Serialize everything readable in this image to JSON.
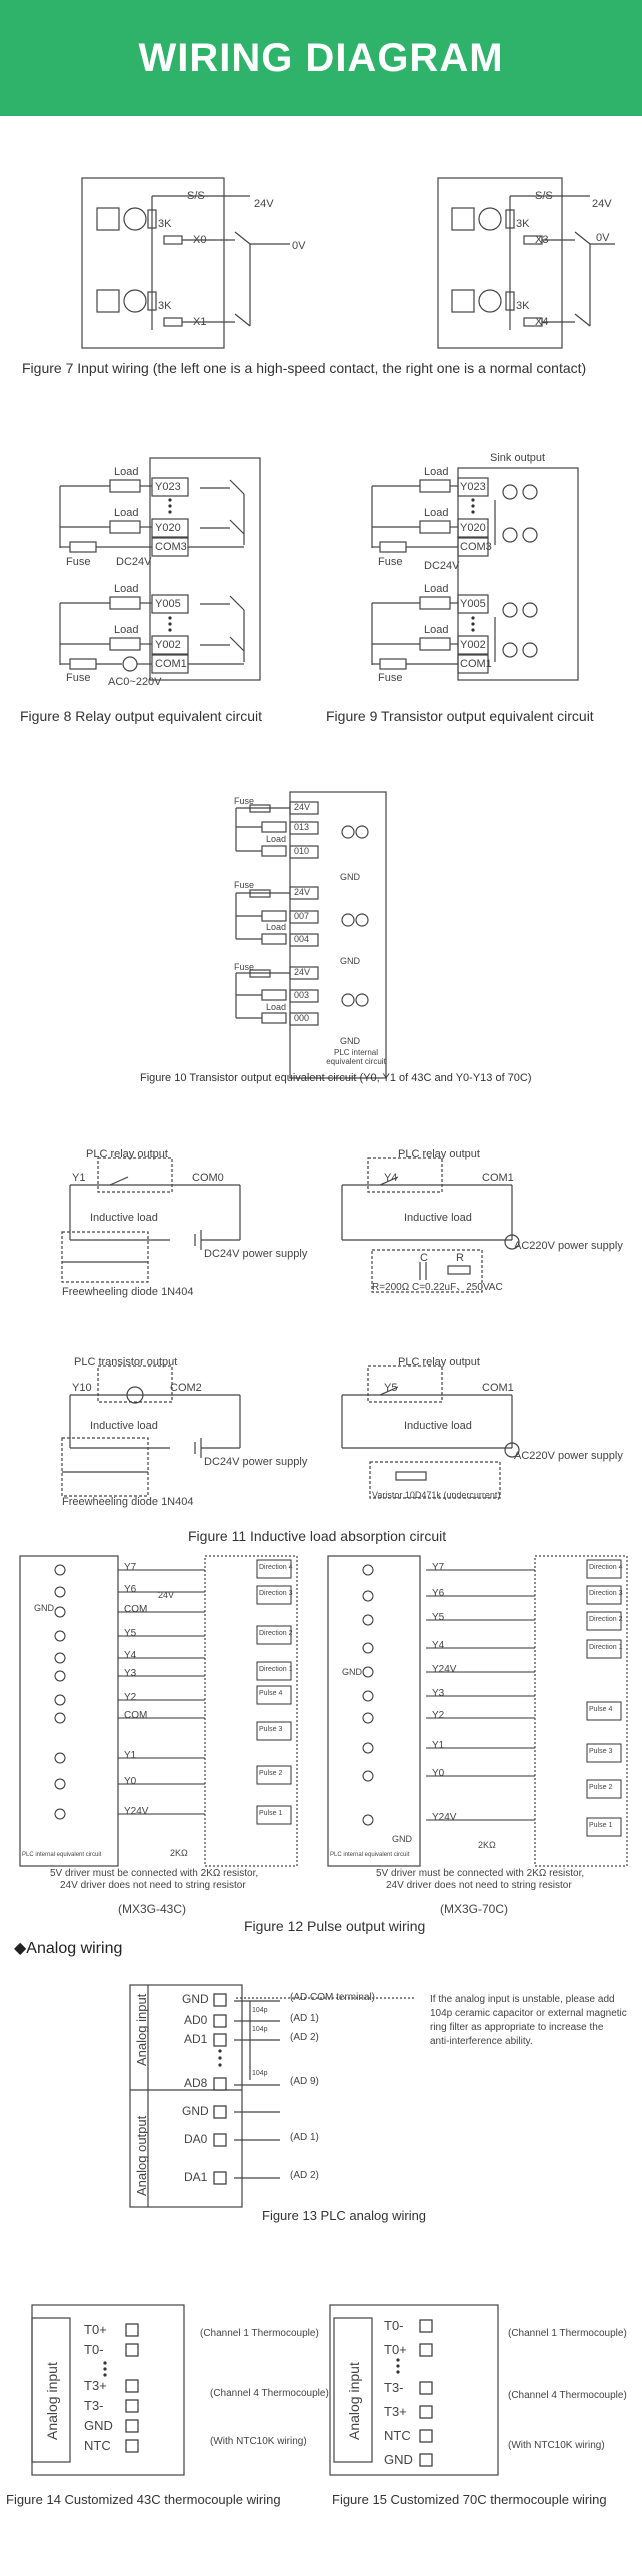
{
  "banner": {
    "title": "WIRING DIAGRAM"
  },
  "fig7": {
    "caption": "Figure 7 Input wiring  (the left one is a high-speed contact, the right one is a normal contact)",
    "left": {
      "ss": "S/S",
      "v24": "24V",
      "x0": "X0",
      "x1": "X1",
      "v0": "0V",
      "r1": "3K",
      "r2": "3K"
    },
    "right": {
      "ss": "S/S",
      "v24": "24V",
      "x3": "X3",
      "x4": "X4",
      "v0": "0V",
      "r1": "3K",
      "r2": "3K"
    }
  },
  "fig8": {
    "caption": "Figure 8 Relay output equivalent circuit",
    "load": "Load",
    "fuse": "Fuse",
    "dc24": "DC24V",
    "ac": "AC0~220V",
    "terms": [
      "Y023",
      "Y020",
      "COM3",
      "Y005",
      "Y002",
      "COM1"
    ]
  },
  "fig9": {
    "caption": "Figure 9 Transistor output equivalent circuit",
    "title": "Sink output",
    "load": "Load",
    "fuse": "Fuse",
    "dc24": "DC24V",
    "terms": [
      "Y023",
      "Y020",
      "COM3",
      "Y005",
      "Y002",
      "COM1"
    ]
  },
  "fig10": {
    "caption": "Figure 10 Transistor output equivalent circuit (Y0, Y1 of 43C and Y0-Y13 of 70C)",
    "fuse": "Fuse",
    "load": "Load",
    "gnd": "GND",
    "internal": "PLC internal equivalent circuit",
    "g1": [
      "24V",
      "013",
      "010"
    ],
    "g2": [
      "24V",
      "007",
      "004"
    ],
    "g3": [
      "24V",
      "003",
      "000"
    ]
  },
  "fig11": {
    "caption": "Figure 11 Inductive load absorption circuit",
    "a": {
      "title": "PLC relay output",
      "y": "Y1",
      "com": "COM0",
      "load": "Inductive load",
      "power": "DC24V power supply",
      "diode": "Freewheeling diode 1N404"
    },
    "b": {
      "title": "PLC relay output",
      "y": "Y4",
      "com": "COM1",
      "load": "Inductive load",
      "power": "AC220V power supply",
      "rc_c": "C",
      "rc_r": "R",
      "rc": "R=200Ω   C=0.22uF、250VAC"
    },
    "c": {
      "title": "PLC transistor output",
      "y": "Y10",
      "com": "COM2",
      "load": "Inductive load",
      "power": "DC24V power supply",
      "diode": "Freewheeling diode 1N404"
    },
    "d": {
      "title": "PLC relay output",
      "y": "Y5",
      "com": "COM1",
      "load": "Inductive load",
      "power": "AC220V power supply",
      "var": "Varistor 10D471k (undercurrent)"
    }
  },
  "fig12": {
    "caption": "Figure 12 Pulse output wiring",
    "left": {
      "model": "(MX3G-43C)",
      "note1": "5V driver must be connected with 2KΩ resistor,",
      "note2": "24V driver does not need to string resistor",
      "terms": [
        "Y7",
        "Y6",
        "COM",
        "Y5",
        "Y4",
        "Y3",
        "Y2",
        "COM",
        "Y1",
        "Y0",
        "Y24V"
      ],
      "gnd": "GND",
      "v24": "24V",
      "r2k": "2KΩ",
      "internal": "PLC internal equivalent circuit",
      "drivers": [
        "Direction 4",
        "Direction 3",
        "Direction 2",
        "Direction 1",
        "Pulse 4",
        "Pulse 3",
        "Pulse 2",
        "Pulse 1"
      ]
    },
    "right": {
      "model": "(MX3G-70C)",
      "note1": "5V driver must be connected with 2KΩ resistor,",
      "note2": "24V driver does not need to string resistor",
      "terms": [
        "Y7",
        "Y6",
        "Y5",
        "Y4",
        "Y24V",
        "Y3",
        "Y2",
        "Y1",
        "Y0",
        "Y24V"
      ],
      "gnd": "GND",
      "gnd2": "GND",
      "r2k": "2KΩ",
      "internal": "PLC internal equivalent circuit",
      "drivers": [
        "Direction 4",
        "Direction 3",
        "Direction 2",
        "Direction 1",
        "Pulse 4",
        "Pulse 3",
        "Pulse 2",
        "Pulse 1"
      ]
    }
  },
  "analog": {
    "section": "◆Analog wiring",
    "fig13_caption": "Figure 13 PLC analog wiring",
    "input_label": "Analog input",
    "output_label": "Analog output",
    "in_terms": [
      "GND",
      "AD0",
      "AD1",
      "AD8"
    ],
    "in_notes": [
      "(AD COM terminal)",
      "(AD 1)",
      "(AD 2)",
      "(AD 9)"
    ],
    "cap": "104p",
    "out_terms": [
      "GND",
      "DA0",
      "DA1"
    ],
    "out_notes": [
      "(AD 1)",
      "(AD 2)"
    ],
    "advice": [
      "If the analog input is unstable, please add",
      "104p ceramic capacitor or external magnetic",
      "ring filter as appropriate to increase the",
      "anti-interference ability."
    ]
  },
  "fig14": {
    "caption": "Figure 14 Customized 43C thermocouple wiring",
    "label": "Analog input",
    "terms": [
      "T0+",
      "T0-",
      "T3+",
      "T3-",
      "GND",
      "NTC"
    ],
    "notes": [
      "(Channel 1 Thermocouple)",
      "(Channel 4 Thermocouple)",
      "(With NTC10K wiring)"
    ]
  },
  "fig15": {
    "caption": "Figure 15 Customized 70C thermocouple wiring",
    "label": "Analog input",
    "terms": [
      "T0-",
      "T0+",
      "T3-",
      "T3+",
      "NTC",
      "GND"
    ],
    "notes": [
      "(Channel 1 Thermocouple)",
      "(Channel 4 Thermocouple)",
      "(With NTC10K wiring)"
    ]
  }
}
